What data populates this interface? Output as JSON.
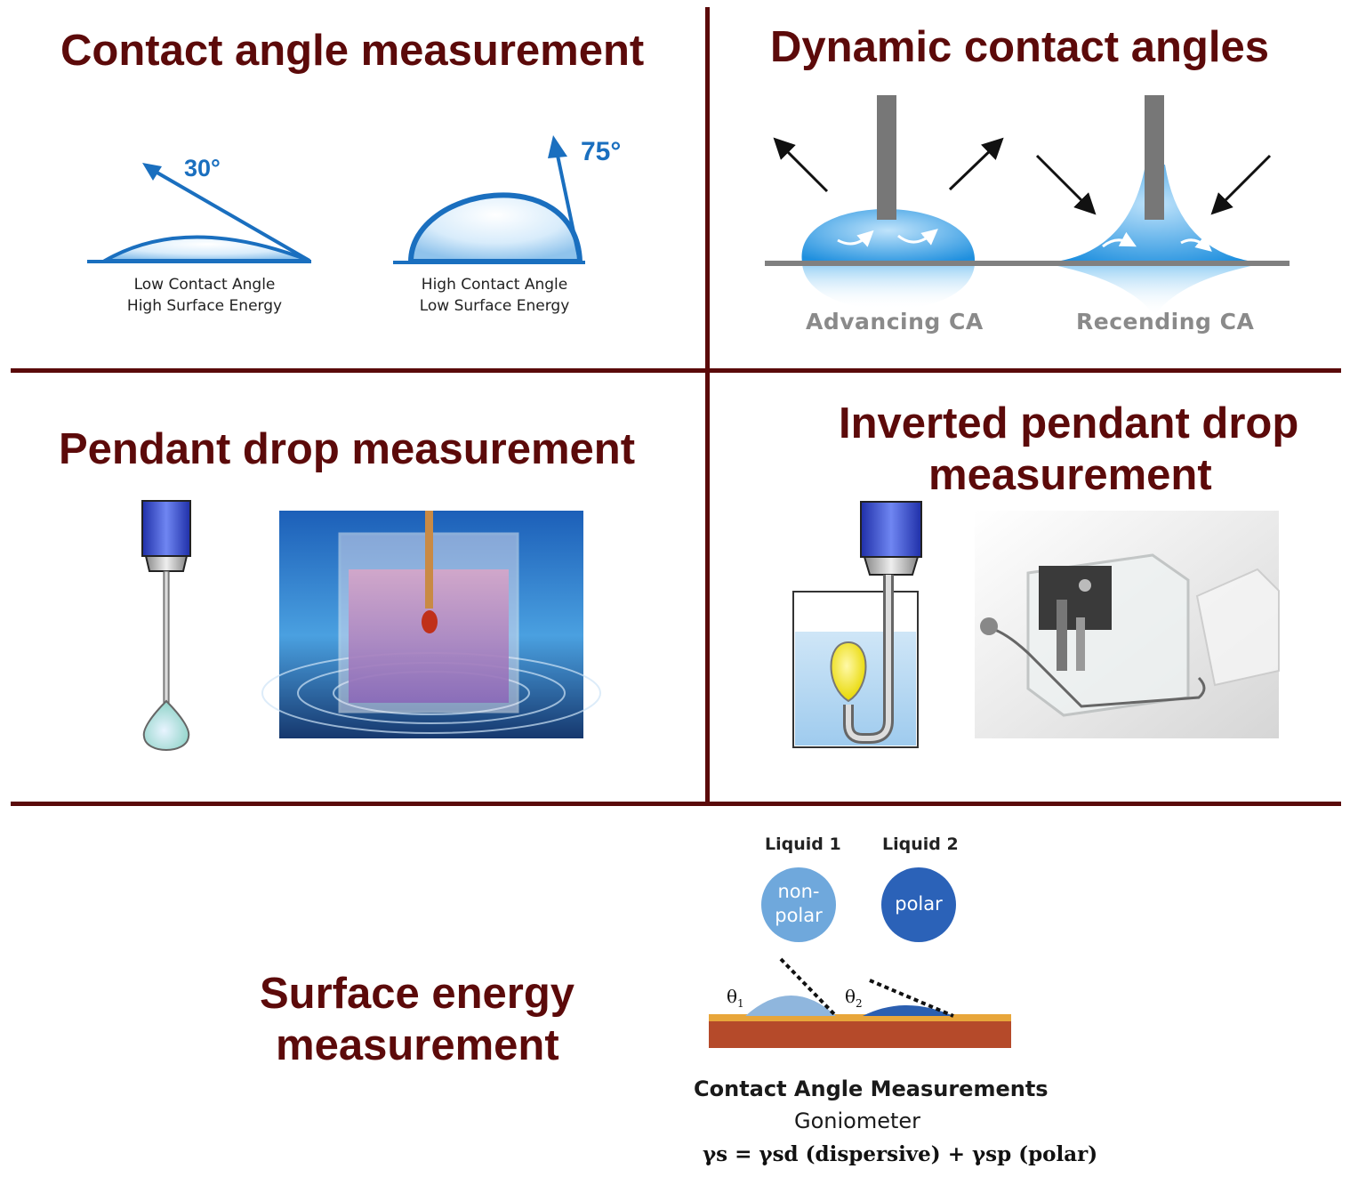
{
  "panels": {
    "contact_angle": {
      "title": "Contact angle measurement",
      "low_angle": "30°",
      "high_angle": "75°",
      "low_caption_1": "Low Contact Angle",
      "low_caption_2": "High Surface Energy",
      "high_caption_1": "High Contact Angle",
      "high_caption_2": "Low Surface Energy"
    },
    "dynamic": {
      "title": "Dynamic contact angles",
      "advancing": "Advancing CA",
      "receding": "Recending CA"
    },
    "pendant": {
      "title": "Pendant drop measurement"
    },
    "inverted": {
      "title_line1": "Inverted pendant drop",
      "title_line2": "measurement"
    },
    "surface_energy": {
      "title_line1": "Surface energy",
      "title_line2": "measurement",
      "liquid1": "Liquid 1",
      "liquid2": "Liquid 2",
      "liquid1_line1": "non-",
      "liquid1_line2": "polar",
      "liquid2_text": "polar",
      "theta1": "θ",
      "theta1_sub": "1",
      "theta2": "θ",
      "theta2_sub": "2",
      "cam_title": "Contact Angle Measurements",
      "goniometer": "Goniometer",
      "formula": "γs = γsd (dispersive) + γsp (polar)"
    }
  },
  "colors": {
    "title": "#5c0a0a",
    "divider": "#5a0a0a",
    "accent_blue": "#1a6fbf",
    "liquid1": "#6fa8dc",
    "liquid2": "#2b62b8"
  }
}
